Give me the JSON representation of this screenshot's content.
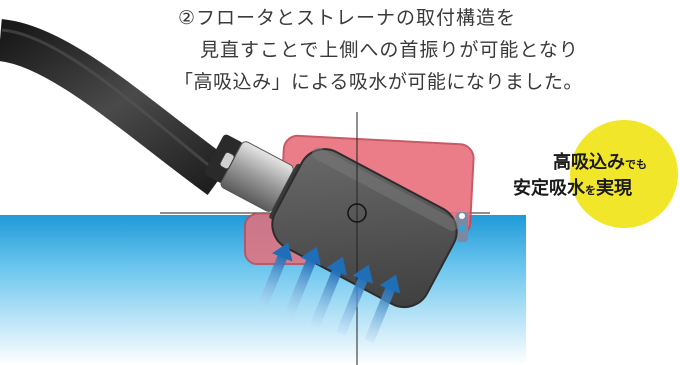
{
  "caption": {
    "line1": "②フロータとストレーナの取付構造を",
    "line2": "見直すことで上側への首振りが可能となり",
    "line3": "「高吸込み」による吸水が可能になりました。"
  },
  "badge": {
    "row1_a": "高吸込み",
    "row1_b": "でも",
    "row2_a": "安定吸水",
    "row2_b": "を",
    "row2_c": "実現"
  },
  "colors": {
    "water": "#29a7e1",
    "hose": "#2b2b2b",
    "floater": "#e8707c",
    "strainer": "#4a4a4a",
    "arrow": "#1f6fb8",
    "badge": "#f2e62a"
  },
  "icons": {
    "crosshair": "crosshair-icon",
    "arrows": "intake-arrow-icon"
  }
}
